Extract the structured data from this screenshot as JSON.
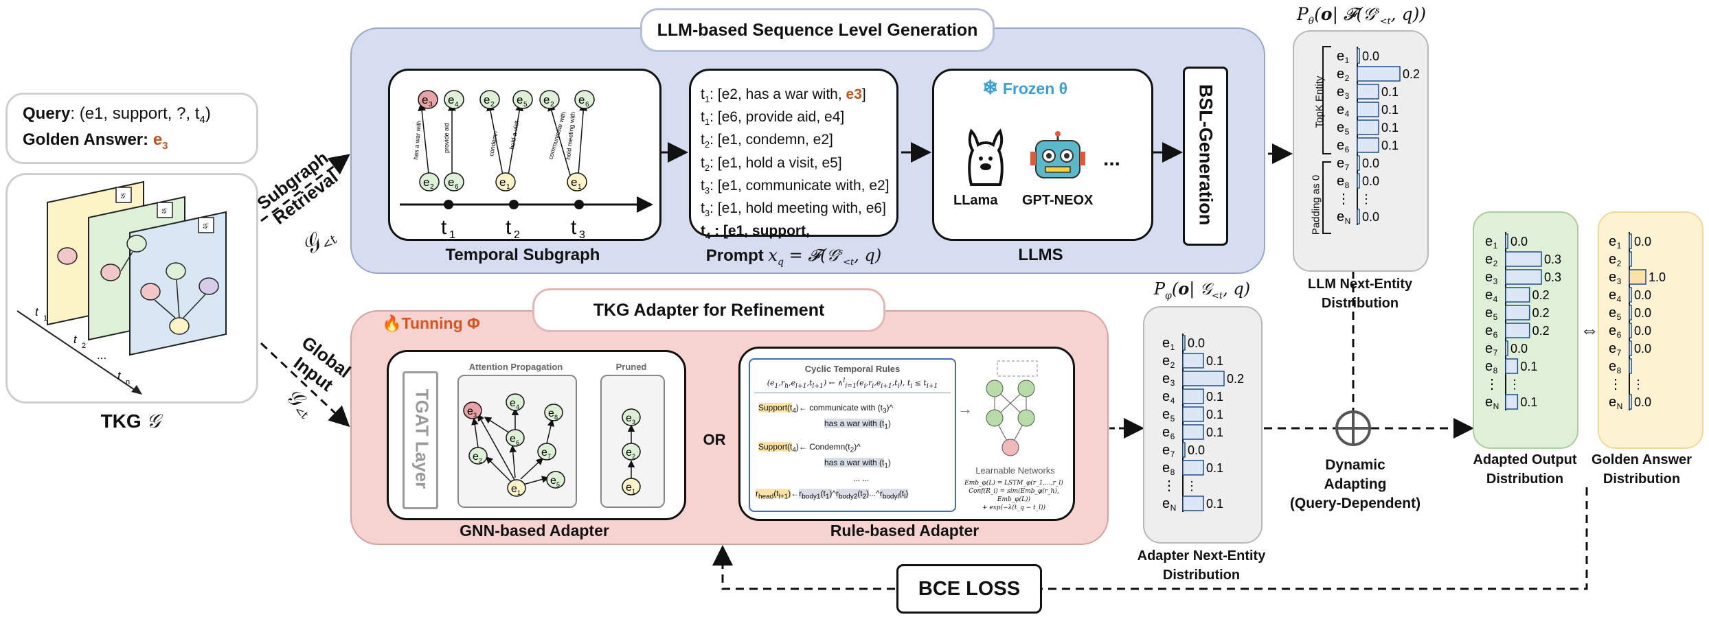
{
  "query": {
    "label": "Query",
    "text": ": (e1, support, ?, t",
    "sub": "4",
    "close": ")",
    "golden_label": "Golden Answer:",
    "golden_value": "e",
    "golden_sub": "3"
  },
  "tkg": {
    "title": "TKG ",
    "symbol": "𝒢",
    "t1": "t",
    "t2": "t",
    "tn": "t",
    "dots": "...",
    "gn": "𝒢"
  },
  "retrieval": {
    "line1": "Subgraph",
    "line2": "Retrieval",
    "symbol": "𝒢",
    "sub": "<t",
    "sup": "s"
  },
  "global": {
    "line1": "Global",
    "line2": "Input",
    "symbol": "𝒢",
    "sub": "<t"
  },
  "llm_panel": {
    "title": "LLM-based Sequence Level Generation"
  },
  "temporal_subgraph": {
    "caption": "Temporal Subgraph",
    "times": [
      "t",
      "t",
      "t"
    ],
    "time_subs": [
      "1",
      "2",
      "3"
    ],
    "edges": [
      "has a war with",
      "provide aid",
      "condemn",
      "hold a visit",
      "hold meeting with",
      "communicate with"
    ],
    "nodes": [
      "e",
      "e",
      "e",
      "e",
      "e",
      "e",
      "e",
      "e",
      "e"
    ]
  },
  "prompt": {
    "caption": "Prompt",
    "formula": "x",
    "lines": [
      {
        "t": "t",
        "s": "1",
        "text": ": [e2, has a war with, ",
        "hl": "e3",
        "end": "]"
      },
      {
        "t": "t",
        "s": "1",
        "text": ": [e6, provide aid, e4]"
      },
      {
        "t": "t",
        "s": "2",
        "text": ": [e1, condemn, e2]"
      },
      {
        "t": "t",
        "s": "2",
        "text": ": [e1, hold a visit, e5]"
      },
      {
        "t": "t",
        "s": "3",
        "text": ": [e1, communicate with, e2]"
      },
      {
        "t": "t",
        "s": "3",
        "text": ": [e1, hold meeting with, e6]"
      },
      {
        "t": "t",
        "s": "4",
        "text": " : [e1, support,",
        "bold": true
      }
    ]
  },
  "llms": {
    "caption": "LLMS",
    "frozen": "Frozen θ",
    "llama": "LLama",
    "gptneox": "GPT-NEOX",
    "more": "..."
  },
  "bsl": {
    "label": "BSL-Generation"
  },
  "adapter_panel": {
    "title": "TKG Adapter for Refinement",
    "tuning": "Tunning Φ",
    "or": "OR"
  },
  "gnn": {
    "caption": "GNN-based Adapter",
    "tgat": "TGAT Layer",
    "attention": "Attention Propagation",
    "pruned": "Pruned"
  },
  "rule": {
    "caption": "Rule-based Adapter",
    "title": "Cyclic Temporal Rules",
    "rule1a": "Support(t",
    "rule1b": ")← communicate with (t",
    "rule1c": ")^",
    "rule1d": "has a war with (t",
    "rule1e": ")",
    "rule2a": "Support(t",
    "rule2b": ")← Condemn(t",
    "rule2c": ")^",
    "rule2d": "has a war with (t",
    "rule2e": ")",
    "dots": "... ...",
    "learnable": "Learnable Networks",
    "formula1": "Emb_φ(L) = LSTM_φ(r_1,...,r_l)",
    "formula2": "Conf(R_i) = sim(Emb_φ(r_h), Emb_φ(L))",
    "formula3": "+ exp(−λ(t_q − t_l))"
  },
  "llm_dist": {
    "title": "P_θ(o| 𝓕(𝒢^s_<t, q))",
    "caption1": "LLM Next-Entity",
    "caption2": "Distribution",
    "topk": "TopK Entity",
    "padding": "Padding as 0",
    "labels": [
      "e",
      "e",
      "e",
      "e",
      "e",
      "e",
      "e",
      "e",
      "⋮",
      "e"
    ],
    "subs": [
      "1",
      "2",
      "3",
      "4",
      "5",
      "6",
      "7",
      "8",
      "",
      "N"
    ],
    "values": [
      0.0,
      0.2,
      0.1,
      0.1,
      0.1,
      0.1,
      0.0,
      0.0,
      null,
      0.0
    ],
    "value_labels": [
      "0.0",
      "0.2",
      "0.1",
      "0.1",
      "0.1",
      "0.1",
      "0.0",
      "0.0",
      "⋮",
      "0.0"
    ],
    "color": "#dce6f4"
  },
  "adapter_dist": {
    "title": "P_φ(o| 𝒢_<t, q)",
    "caption1": "Adapter Next-Entity",
    "caption2": "Distribution",
    "labels": [
      "e",
      "e",
      "e",
      "e",
      "e",
      "e",
      "e",
      "e",
      "⋮",
      "e"
    ],
    "subs": [
      "1",
      "2",
      "3",
      "4",
      "5",
      "6",
      "7",
      "8",
      "",
      "N"
    ],
    "values": [
      0.0,
      0.1,
      0.2,
      0.1,
      0.1,
      0.1,
      0.0,
      0.1,
      null,
      0.1
    ],
    "value_labels": [
      "0.0",
      "0.1",
      "0.2",
      "0.1",
      "0.1",
      "0.1",
      "0.0",
      "0.1",
      "⋮",
      "0.1"
    ],
    "color": "#dce6f4"
  },
  "dynamic": {
    "line1": "Dynamic",
    "line2": "Adapting",
    "line3": "(Query-Dependent)"
  },
  "adapted_dist": {
    "caption1": "Adapted Output",
    "caption2": "Distribution",
    "labels": [
      "e",
      "e",
      "e",
      "e",
      "e",
      "e",
      "e",
      "e",
      "⋮",
      "e"
    ],
    "subs": [
      "1",
      "2",
      "3",
      "4",
      "5",
      "6",
      "7",
      "8",
      "",
      "N"
    ],
    "values": [
      0.0,
      0.3,
      0.3,
      0.2,
      0.2,
      0.2,
      0.0,
      0.1,
      null,
      0.1
    ],
    "value_labels": [
      "0.0",
      "0.3",
      "0.3",
      "0.2",
      "0.2",
      "0.2",
      "0.0",
      "0.1",
      "⋮",
      "0.1"
    ],
    "color": "#dce6f4"
  },
  "golden_dist": {
    "caption1": "Golden Answer",
    "caption2": "Distribution",
    "labels": [
      "e",
      "e",
      "e",
      "e",
      "e",
      "e",
      "e",
      "e",
      "⋮",
      "e"
    ],
    "subs": [
      "1",
      "2",
      "3",
      "4",
      "5",
      "6",
      "7",
      "8",
      "",
      "N"
    ],
    "values": [
      0.0,
      0.0,
      1.0,
      0.0,
      0.0,
      0.0,
      0.0,
      0.0,
      null,
      0.0
    ],
    "value_labels": [
      "0.0",
      "",
      "1.0",
      "0.0",
      "0.0",
      "0.0",
      "0.0",
      "",
      "⋮",
      "0.0"
    ],
    "color": "#fbe3a6"
  },
  "loss": {
    "label": "BCE LOSS"
  },
  "equiv": "⇔",
  "colors": {
    "llm_panel": "#d6ddf1",
    "adapter_panel": "#f6d3d1",
    "adapted_bg": "#e0f0d8",
    "golden_bg": "#fdf2d2",
    "gray_bg": "#eeeeee",
    "accent": "#c0561c",
    "frozen": "#3a9fd8"
  }
}
